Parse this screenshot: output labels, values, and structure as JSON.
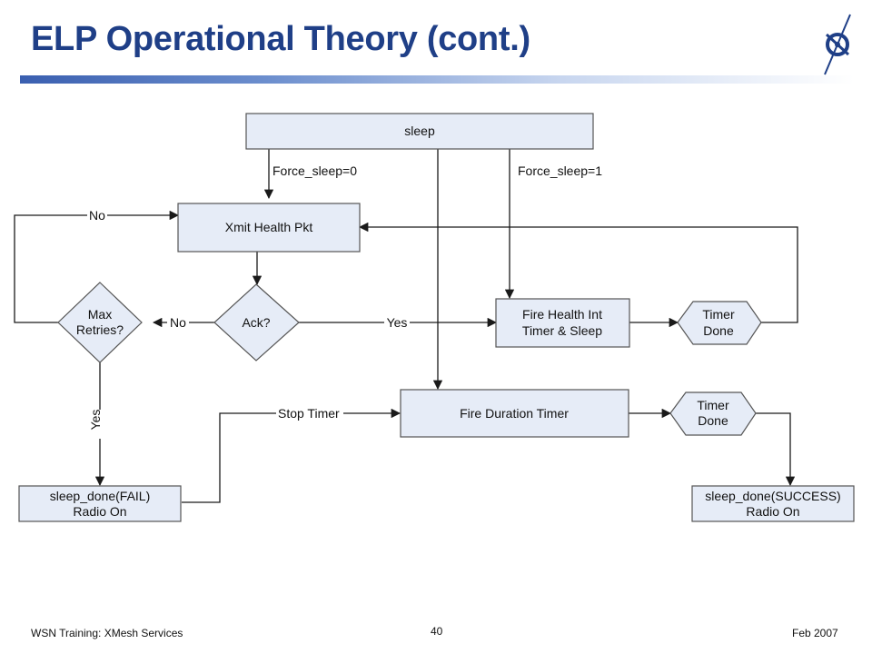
{
  "slide": {
    "title": "ELP Operational Theory (cont.)",
    "footer_left": "WSN Training: XMesh Services",
    "page_number": "40",
    "footer_right": "Feb 2007"
  },
  "colors": {
    "title": "#1f3f87",
    "box_fill": "#e6ecf7",
    "logo": "#1f3f87"
  },
  "diagram": {
    "nodes": {
      "sleep": "sleep",
      "xmit": "Xmit Health Pkt",
      "ack": "Ack?",
      "max_retries": [
        "Max",
        "Retries?"
      ],
      "fire_health": [
        "Fire Health Int",
        "Timer & Sleep"
      ],
      "timer_done_1": [
        "Timer",
        "Done"
      ],
      "fire_duration": "Fire Duration Timer",
      "timer_done_2": [
        "Timer",
        "Done"
      ],
      "sleep_fail": [
        "sleep_done(FAIL)",
        "Radio On"
      ],
      "sleep_success": [
        "sleep_done(SUCCESS)",
        "Radio On"
      ]
    },
    "edge_labels": {
      "force_sleep_0": "Force_sleep=0",
      "force_sleep_1": "Force_sleep=1",
      "no_retry": "No",
      "no_ack": "No",
      "yes_ack": "Yes",
      "yes_max": "Yes",
      "stop_timer": "Stop Timer"
    }
  }
}
